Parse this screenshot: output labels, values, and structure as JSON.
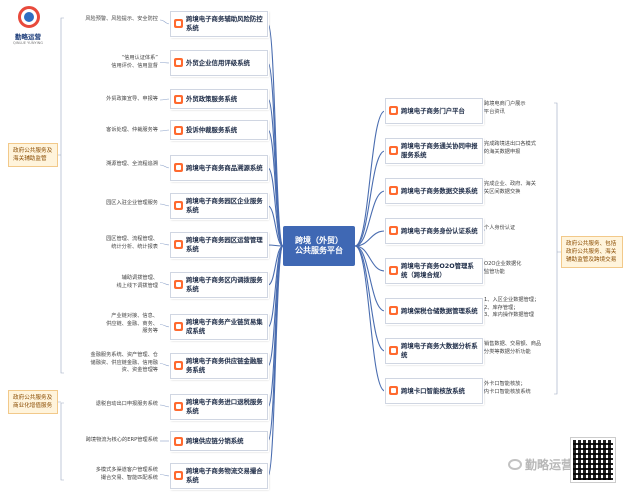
{
  "logo": {
    "name": "勤略运营",
    "sub": "QINLUE YUNYING"
  },
  "center": "跨境（外贸）\n公共服务平台",
  "left_nodes": [
    "跨境电子商务辅助风险防控系统",
    "外贸企业信用评级系统",
    "外贸政策服务系统",
    "投诉仲裁服务系统",
    "跨境电子商务商品溯源系统",
    "跨境电子商务园区企业服务系统",
    "跨境电子商务园区运营管理系统",
    "跨境电子商务区内调拨服务系统",
    "跨境电子商务产业链贸易集成系统",
    "跨境电子商务供应链金融服务系统",
    "跨境电子商务进口退税服务系统",
    "跨境供应链分销系统",
    "跨境电子商务物流交易撮合系统"
  ],
  "left_notes": [
    "风险预警、风险提示、安全防控",
    "“信用认证体系”\n信用评价、信用监督",
    "外贸政策宣导、申报等",
    "客诉处理、仲裁服务等",
    "溯源管理、全流程追溯",
    "园区入驻企业管理服务",
    "园区管理、流程管理、\n统计分析、统计报表",
    "辅助调拨管理、\n线上线下调拨管理",
    "产业链对接、信息、\n供应链、金融、商务、\n服务等",
    "金融服务系统、资产管理、仓\n储融资、供应链金融、信用融\n资、资金管理等",
    "退税自动出口申报服务系统",
    "跨境物流为核心的ERP管理系统",
    "多模式多渠道客户管理系统\n撮合交易、智能匹配系统"
  ],
  "right_nodes": [
    "跨境电子商务门户平台",
    "跨境电子商务通关协同申报服务系统",
    "跨境电子商务数据交换系统",
    "跨境电子商务身份认证系统",
    "跨境电子商务O2O管理系统（跨境合规）",
    "跨境保税仓储数据管理系统",
    "跨境电子商务大数据分析系统",
    "跨境卡口智能核放系统"
  ],
  "right_notes": [
    "跨境电商门户展示\n平台资讯",
    "完成跨境进出口各模式\n的海关数据申报",
    "完成企业、政府、海关\n关区间数据交换",
    "个人身份认证",
    "O2O企业数据化\n监管功能",
    "1、入区企业数据管理；\n2、库存管理；\n3、库内操作数据管理",
    "销售数据、交易额、商品\n分类等数据分析功能",
    "外卡口智能核放；\n内卡口智能核放系统"
  ],
  "categories": [
    "政府公共服务及\n海关辅助监管",
    "政府公共服务、包括\n政府公共服务、海关\n辅助监管及跨境交易",
    "政府公共服务及\n商业化增值服务"
  ],
  "watermark": "勤略运营",
  "colors": {
    "center_bg": "#3f68b4",
    "icon": "#ff6a2f",
    "line": "#4a6db0",
    "category_bg": "#fff4dc",
    "category_border": "#f2c98a"
  }
}
